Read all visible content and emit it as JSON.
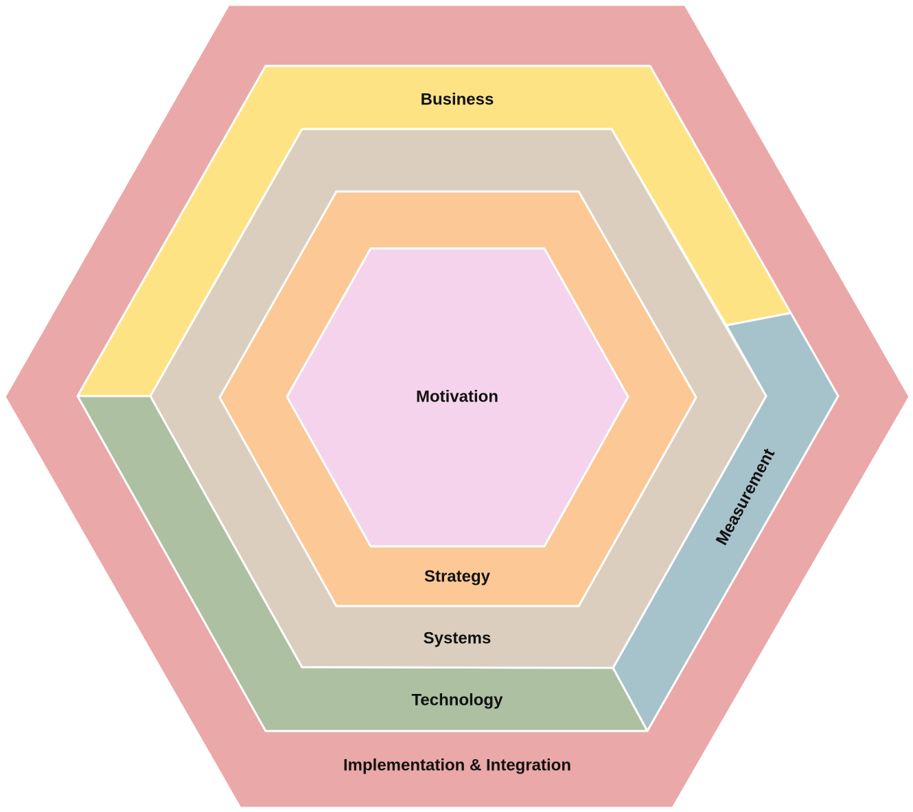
{
  "diagram": {
    "layers": [
      {
        "id": "implementation",
        "label": "Implementation & Integration",
        "color": "#eba8a8"
      },
      {
        "id": "business",
        "label": "Business",
        "color": "#fee385"
      },
      {
        "id": "measurement",
        "label": "Measurement",
        "color": "#a6c2cb"
      },
      {
        "id": "technology",
        "label": "Technology",
        "color": "#adc0a2"
      },
      {
        "id": "systems",
        "label": "Systems",
        "color": "#dbcebe"
      },
      {
        "id": "strategy",
        "label": "Strategy",
        "color": "#fcc896"
      },
      {
        "id": "motivation",
        "label": "Motivation",
        "color": "#f5d3ec"
      }
    ]
  }
}
